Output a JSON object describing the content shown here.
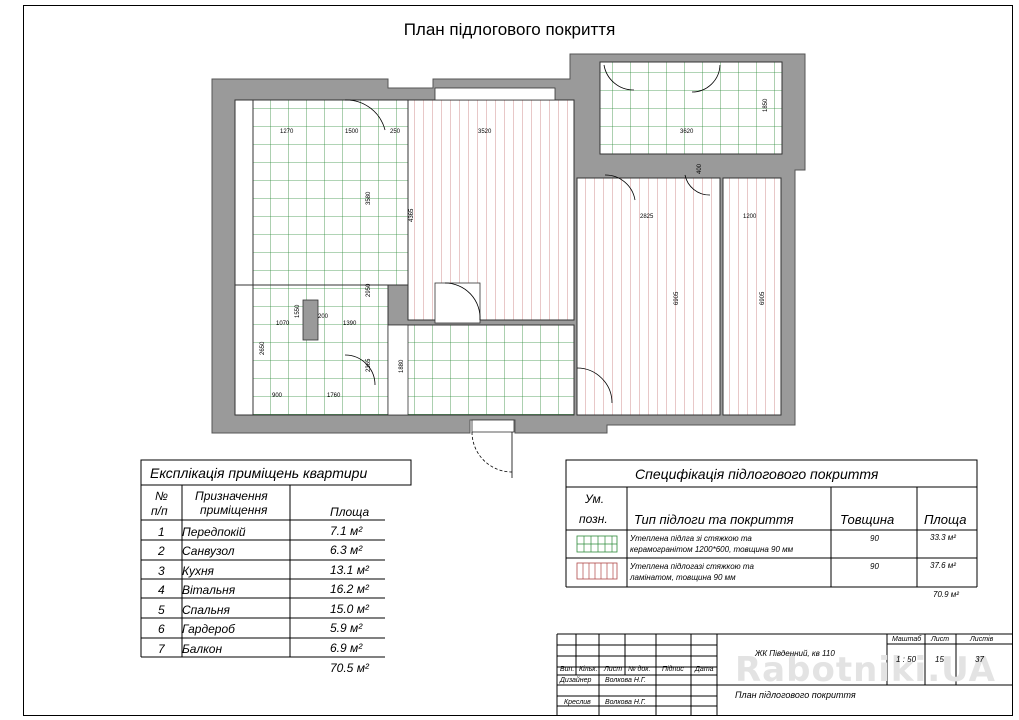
{
  "title": "План підлогового покриття",
  "dims": {
    "d1270": "1270",
    "d1500": "1500",
    "d250": "250",
    "d3520": "3520",
    "d3620": "3620",
    "d1850": "1850",
    "d3580": "3580",
    "d4365": "4365",
    "d2950": "2950",
    "d1070": "1070",
    "d200": "200",
    "d1390": "1390",
    "d1550": "1550",
    "d2650": "2650",
    "d2365": "2365",
    "d1880": "1880",
    "d900": "900",
    "d1760": "1760",
    "d400": "400",
    "d2825": "2825",
    "d1200": "1200",
    "d6905a": "6905",
    "d6905b": "6905"
  },
  "explication": {
    "title": "Експлікація приміщень квартири",
    "h_no": "№",
    "h_no2": "п/п",
    "h_name1": "Призначення",
    "h_name2": "приміщення",
    "h_area": "Площа",
    "rows": [
      {
        "no": "1",
        "name": "Передпокій",
        "area": "7.1 м²"
      },
      {
        "no": "2",
        "name": "Санвузол",
        "area": "6.3 м²"
      },
      {
        "no": "3",
        "name": "Кухня",
        "area": "13.1 м²"
      },
      {
        "no": "4",
        "name": "Вітальня",
        "area": "16.2 м²"
      },
      {
        "no": "5",
        "name": "Спальня",
        "area": "15.0 м²"
      },
      {
        "no": "6",
        "name": "Гардероб",
        "area": "5.9 м²"
      },
      {
        "no": "7",
        "name": "Балкон",
        "area": "6.9 м²"
      }
    ],
    "total": "70.5 м²"
  },
  "spec": {
    "title": "Специфікація підлогового покриття",
    "h_mark1": "Ум.",
    "h_mark2": "позн.",
    "h_type": "Тип підлоги та покриття",
    "h_thick": "Товщина",
    "h_area": "Площа",
    "rows": [
      {
        "type1": "Утеплена підлга зі стяжкою та",
        "type2": "керамогранітом 1200*600, товщина 90 мм",
        "thick": "90",
        "area": "33.3 м²",
        "swatch": "#2e8b3a"
      },
      {
        "type1": "Утеплена підлогазі стяжкою та",
        "type2": "ламінатом, товщина 90 мм",
        "thick": "90",
        "area": "37.6 м²",
        "swatch": "#c06060"
      }
    ],
    "total": "70.9 м²"
  },
  "stamp": {
    "project": "ЖК Південний, кв 110",
    "sheet_title": "План підлогового покриття",
    "h_scale": "Маштаб",
    "h_sheet": "Лист",
    "h_sheets": "Листів",
    "scale": "1 : 50",
    "sheet": "15",
    "sheets": "37",
    "c_vyp": "Вип.",
    "c_kil": "Кільк.",
    "c_lyst": "Лист",
    "c_ndok": "№ док.",
    "c_pidpys": "Підпис",
    "c_data": "Дата",
    "designer_role": "Дизайнер",
    "designer": "Волкова Н.Г.",
    "drafter_role": "Креслив",
    "drafter": "Волкова Н.Г."
  },
  "watermark": "Rabotniki.UA",
  "colors": {
    "wall": "#9a9a9a",
    "tile": "#2e8b3a",
    "laminate": "#b04848"
  }
}
